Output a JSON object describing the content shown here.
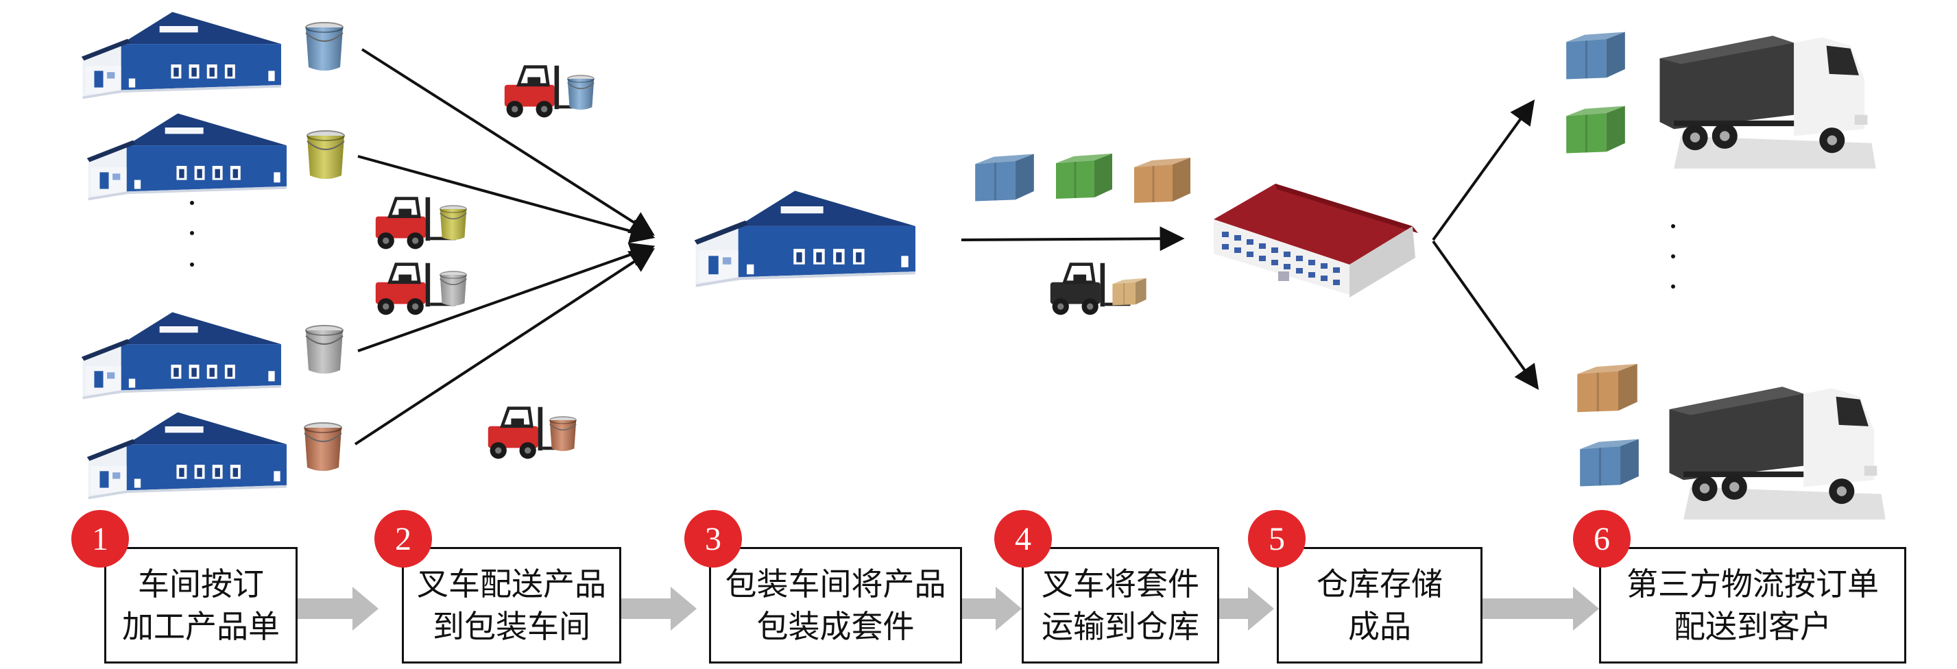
{
  "colors": {
    "badge": "#e3262a",
    "flow_arrow": "#bdbdbd",
    "workshop_wall": "#2456a6",
    "warehouse_roof": "#9c1c25",
    "truck_cab": "#f2f2f2",
    "truck_box": "#3a3a3a",
    "forklift": "#d42b2b",
    "box_blue": "#5b88b6",
    "box_green": "#5aa54a",
    "box_tan": "#c9945e"
  },
  "icons": [
    "workshop-icon",
    "paint-bucket-icon",
    "forklift-icon",
    "package-box-icon",
    "warehouse-icon",
    "truck-icon"
  ],
  "buckets": [
    "#6e9fcf",
    "#c8c23a",
    "#b8b8b8",
    "#c8744e"
  ],
  "steps": [
    {
      "num": "1",
      "line1": "车间按订",
      "line2": "加工产品单"
    },
    {
      "num": "2",
      "line1": "叉车配送产品",
      "line2": "到包装车间"
    },
    {
      "num": "3",
      "line1": "包装车间将产品",
      "line2": "包装成套件"
    },
    {
      "num": "4",
      "line1": "叉车将套件",
      "line2": "运输到仓库"
    },
    {
      "num": "5",
      "line1": "仓库存储",
      "line2": "成品"
    },
    {
      "num": "6",
      "line1": "第三方物流按订单",
      "line2": "配送到客户"
    }
  ]
}
